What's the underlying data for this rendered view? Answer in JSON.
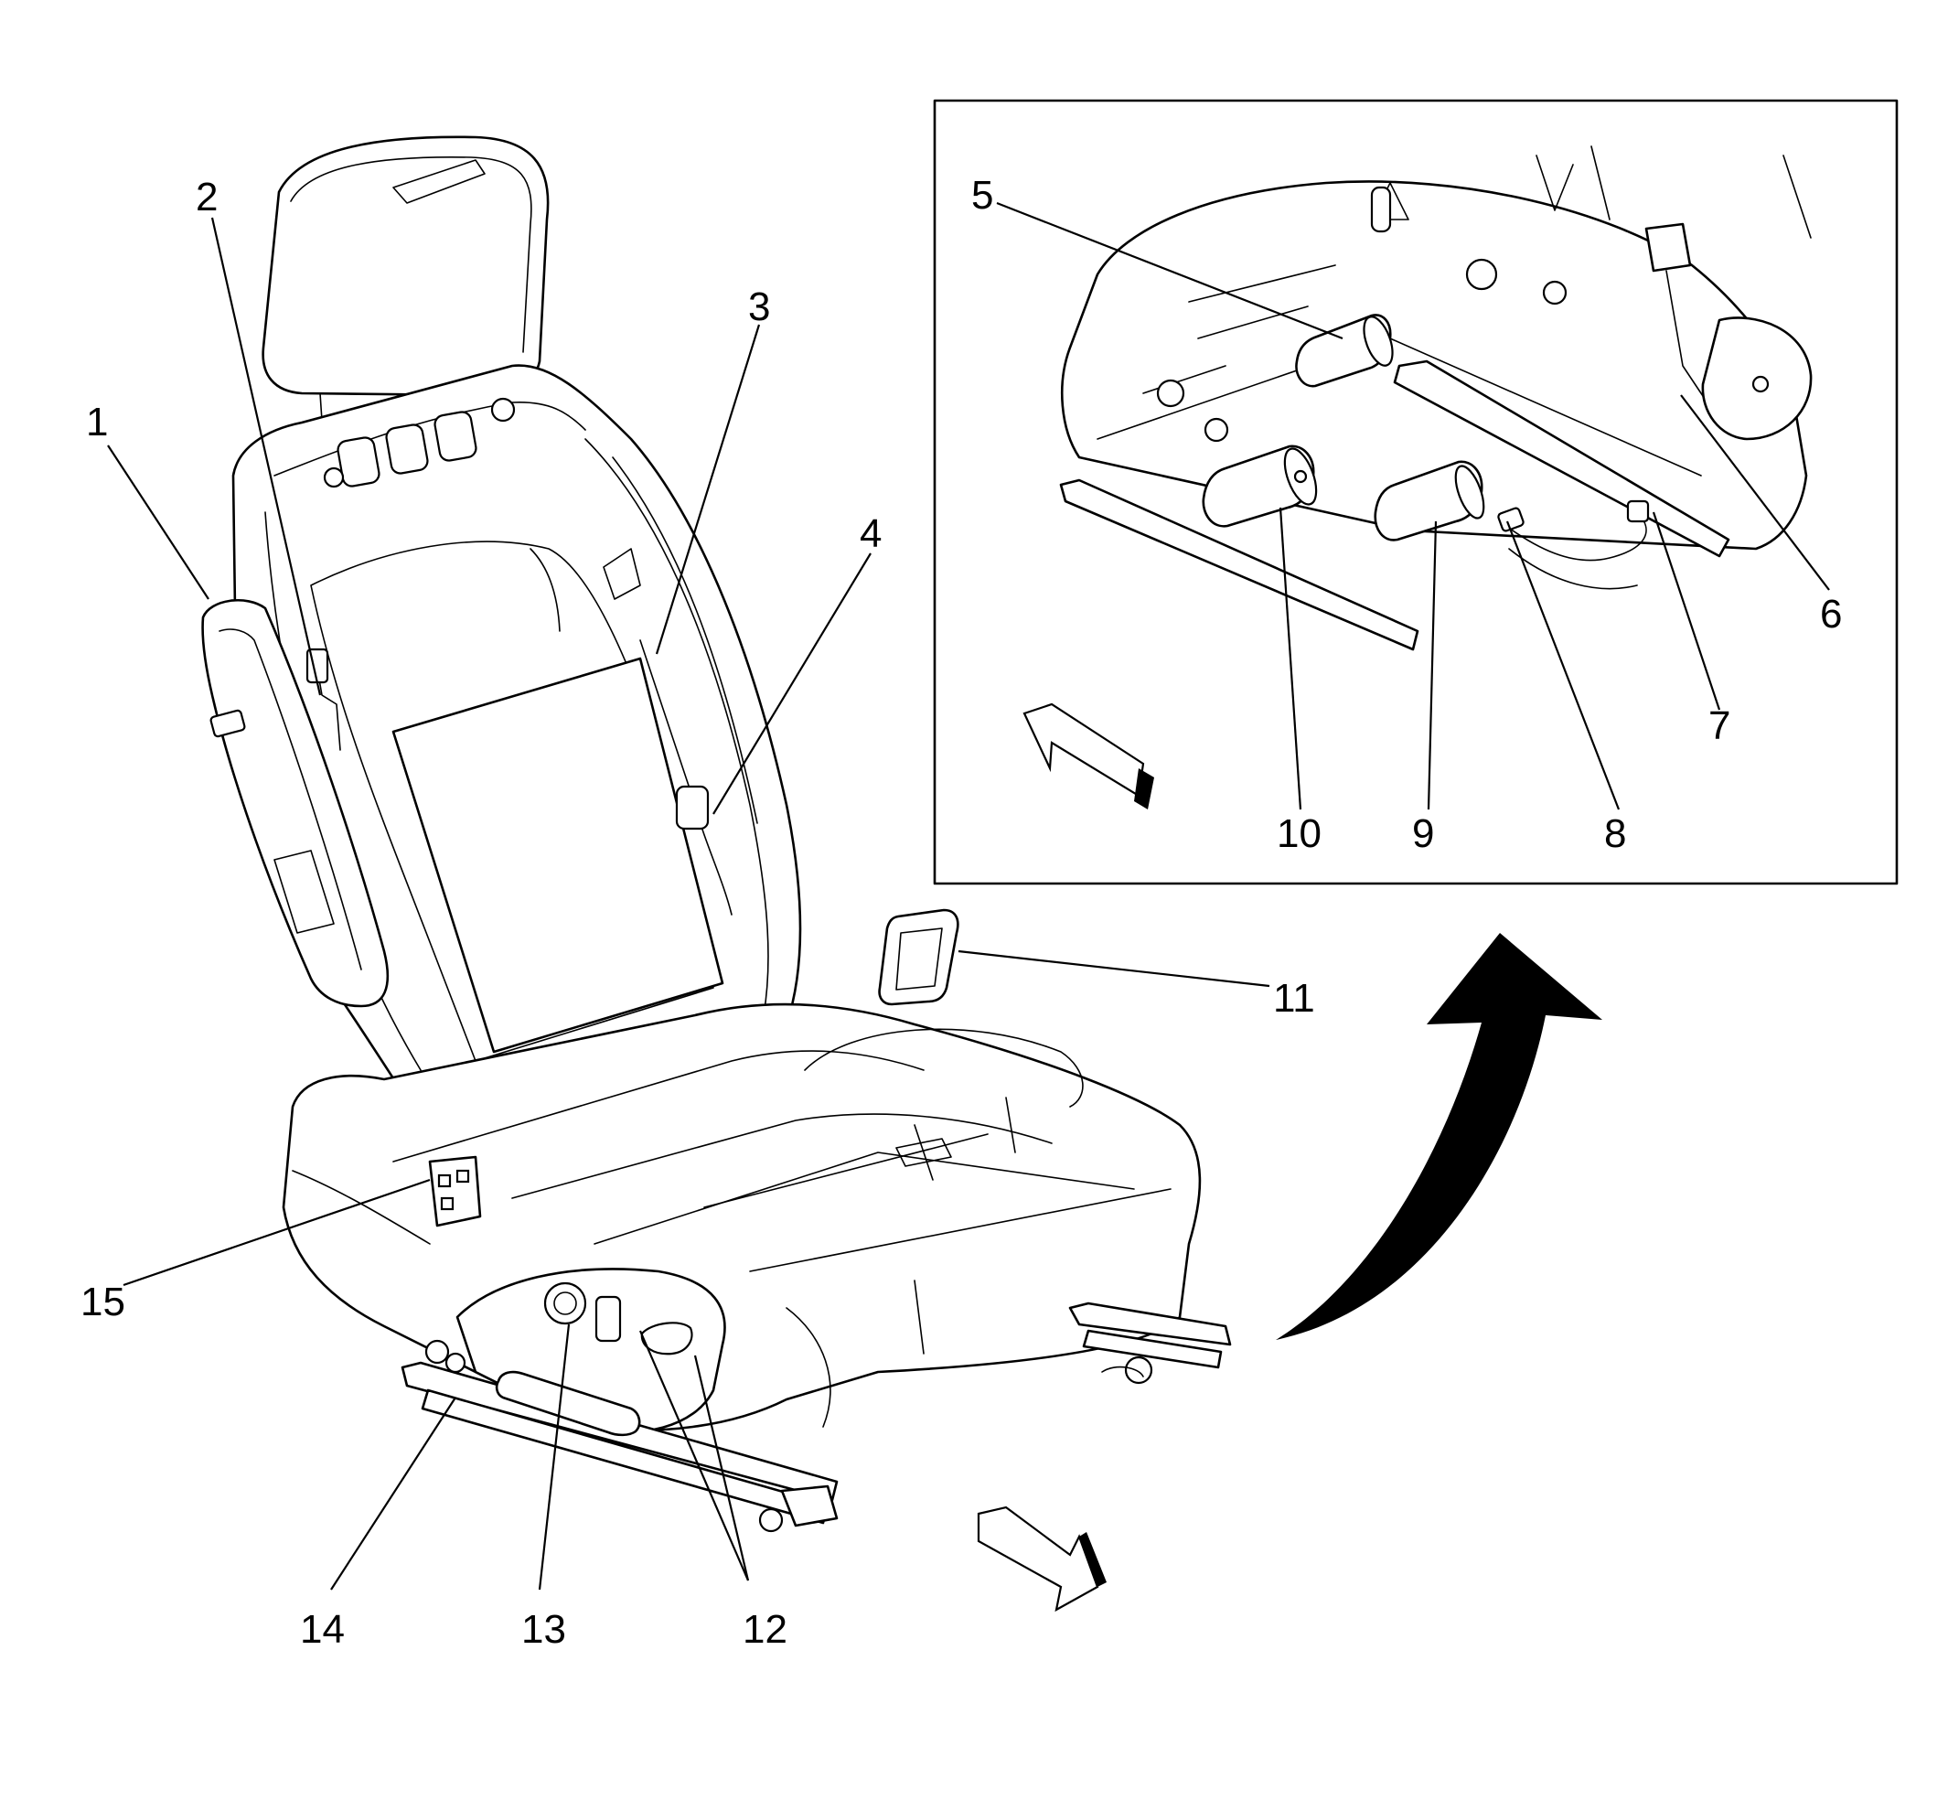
{
  "callouts": {
    "c1": "1",
    "c2": "2",
    "c3": "3",
    "c4": "4",
    "c5": "5",
    "c6": "6",
    "c7": "7",
    "c8": "8",
    "c9": "9",
    "c10": "10",
    "c11": "11",
    "c12": "12",
    "c13": "13",
    "c14": "14",
    "c15": "15"
  },
  "colors": {
    "ink": "#000000",
    "background": "#ffffff"
  }
}
